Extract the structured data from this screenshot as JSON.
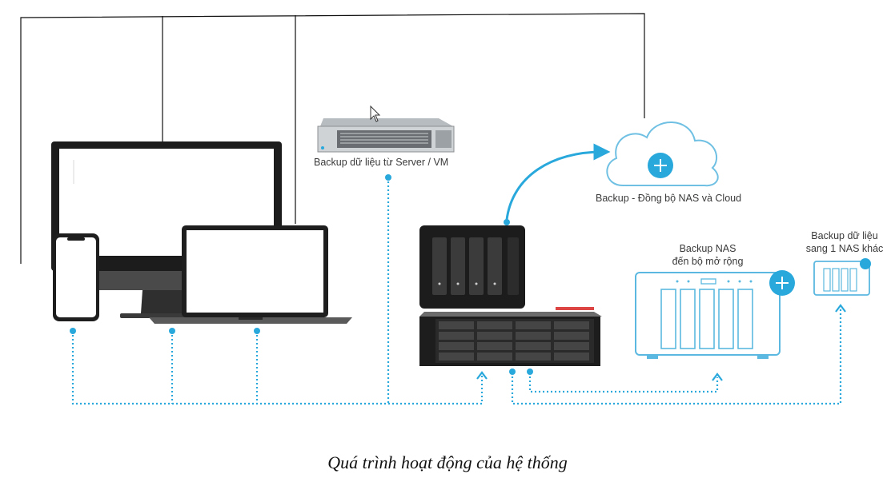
{
  "labels": {
    "server": "Backup dữ liệu từ Server / VM",
    "cloud": "Backup - Đồng bộ NAS và Cloud",
    "expansion_line1": "Backup NAS",
    "expansion_line2": "đến bộ mở rộng",
    "other_nas_line1": "Backup dữ liệu",
    "other_nas_line2": "sang 1 NAS khác"
  },
  "caption": "Quá trình hoạt động của hệ thống",
  "colors": {
    "accent": "#29a8dc",
    "outline": "#5bb8e0",
    "device_dark": "#1e1e1e"
  },
  "icons": [
    "monitor-icon",
    "phone-icon",
    "laptop-icon",
    "server-rack-icon",
    "cloud-icon",
    "nas-icon",
    "rack-nas-icon",
    "expansion-unit-icon",
    "mini-nas-icon",
    "mouse-cursor-icon"
  ]
}
